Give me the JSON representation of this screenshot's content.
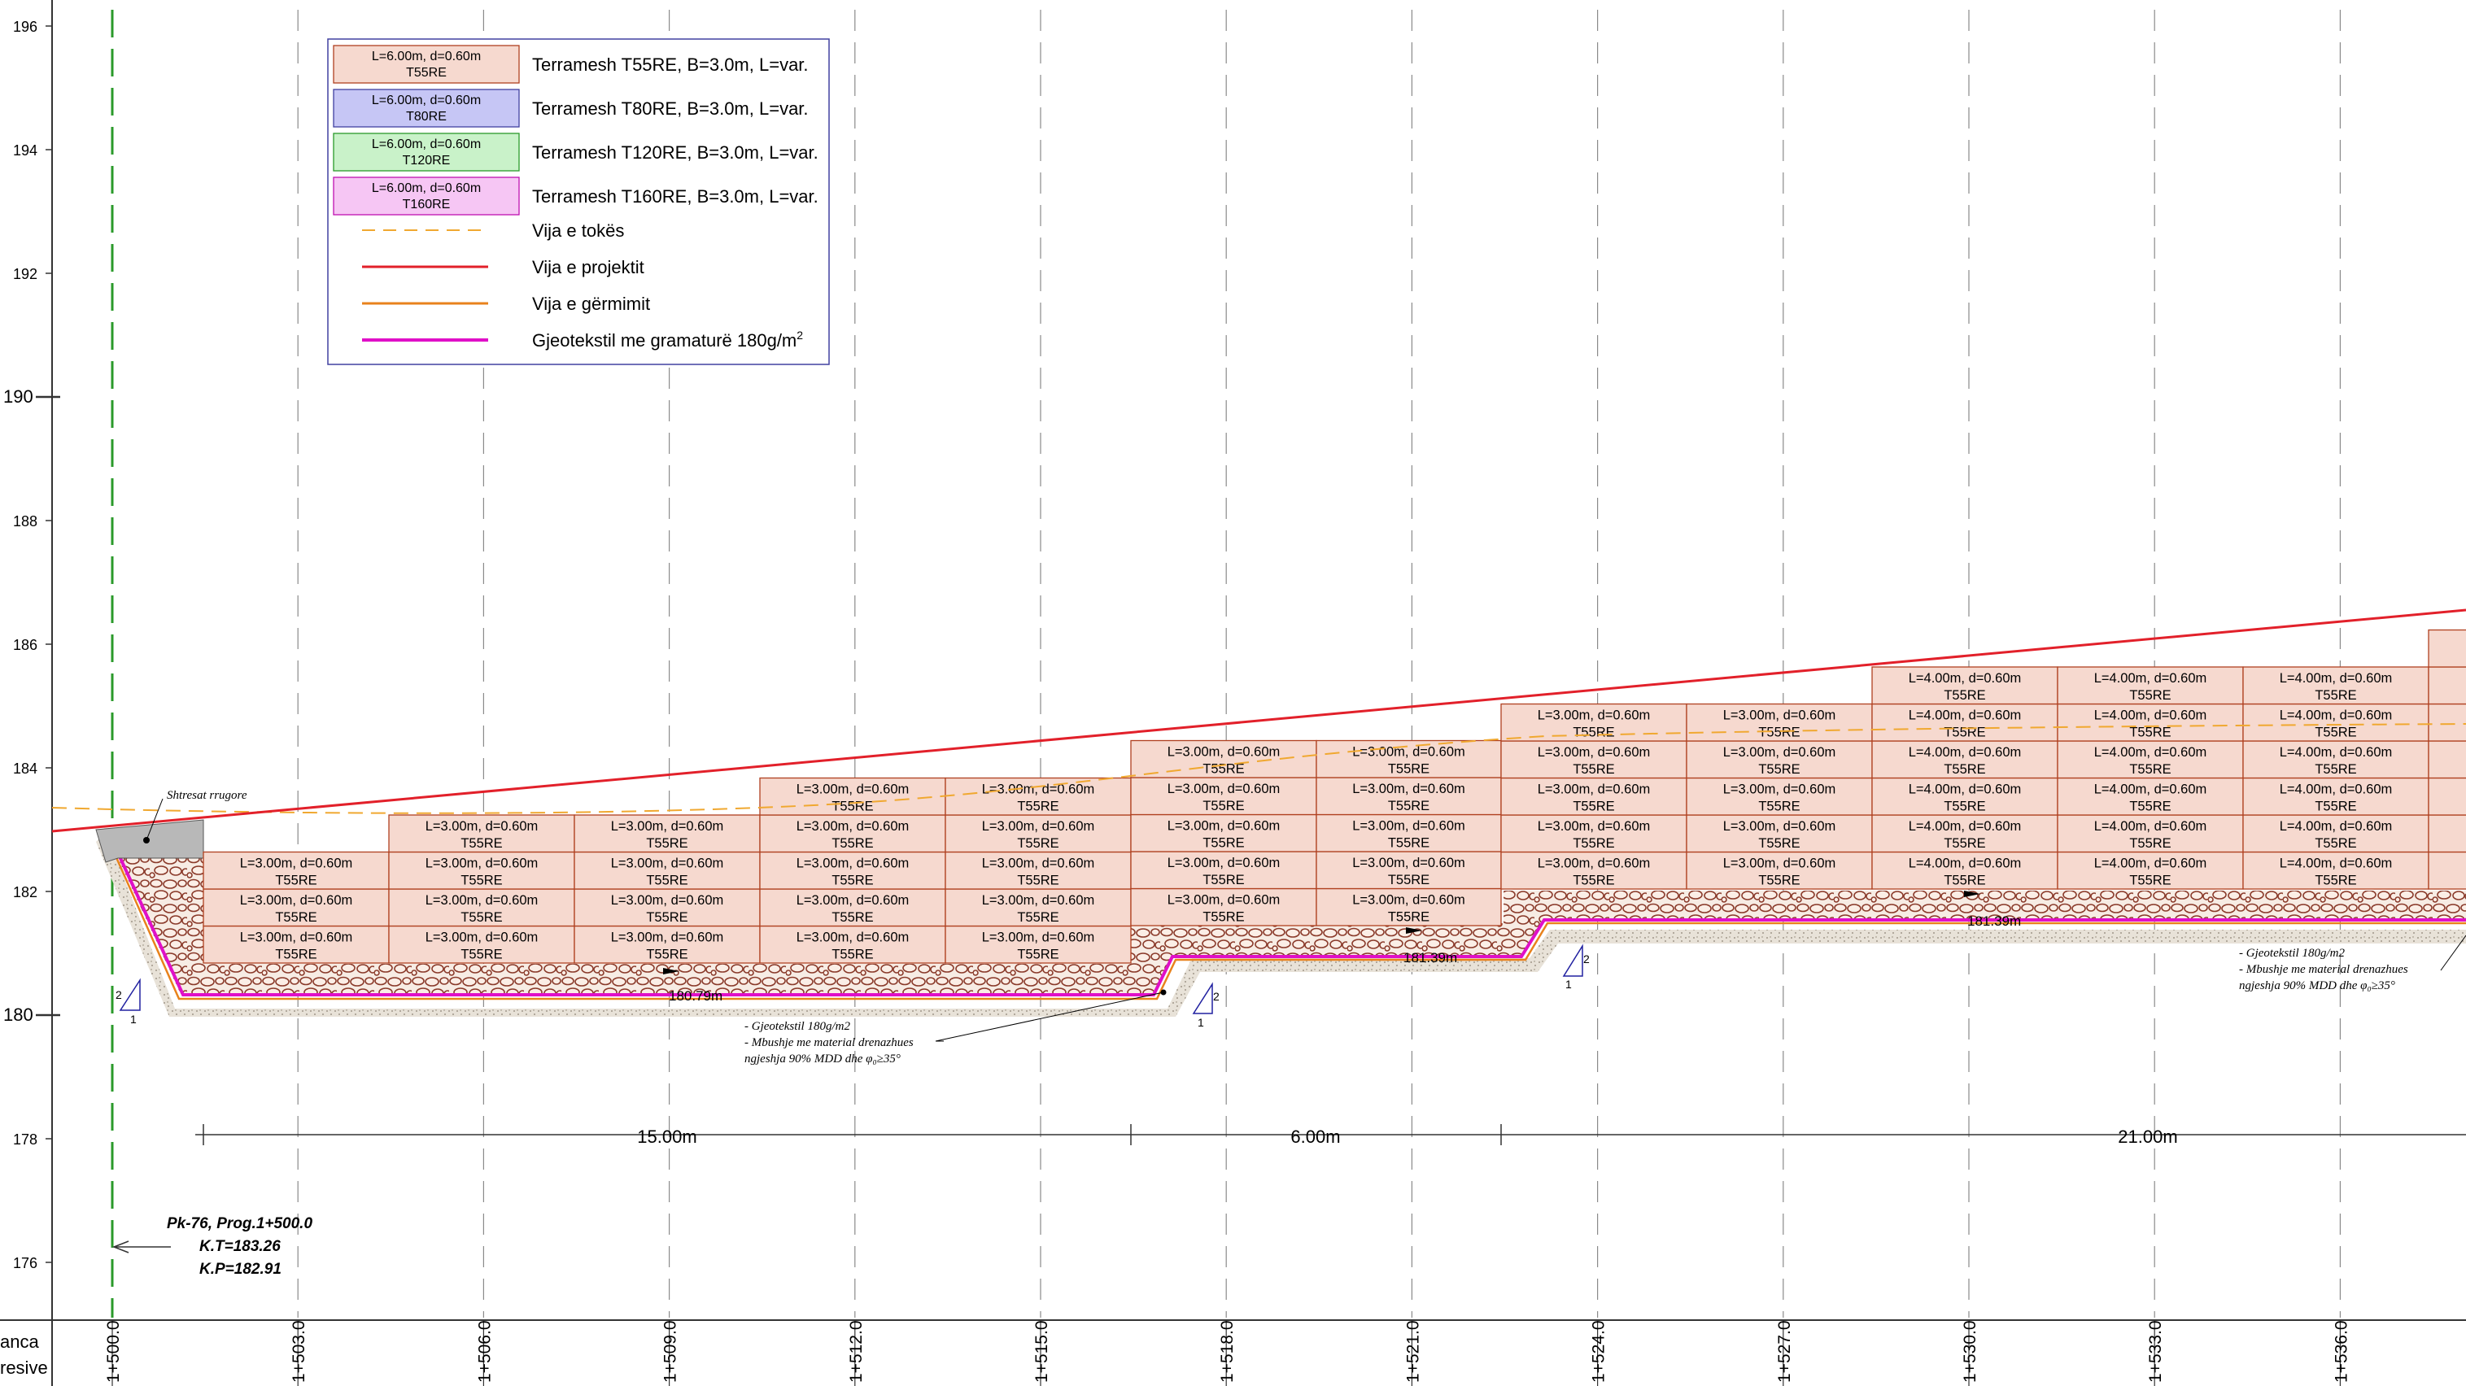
{
  "colors": {
    "terramesh_t55": "#f6d9cf",
    "terramesh_t80": "#c6c6f5",
    "terramesh_t120": "#c9f2c9",
    "terramesh_t160": "#f6c6f4",
    "project_line": "#e2202a",
    "ground_line": "#f0a830",
    "excavation_line": "#e8821c",
    "geotextile": "#e010c8",
    "grid_line": "#8a8a8a",
    "axis_line": "#2a9a2a",
    "legend_border": "#4040a0",
    "annotation_blue": "#2020a0"
  },
  "y_axis": {
    "labels": [
      "196",
      "194",
      "192",
      "190",
      "188",
      "186",
      "184",
      "182",
      "180",
      "178",
      "176"
    ]
  },
  "legend": {
    "items": [
      {
        "swatch": "L=6.00m, d=0.60m\nT55RE",
        "label": "Terramesh T55RE, B=3.0m, L=var."
      },
      {
        "swatch": "L=6.00m, d=0.60m\nT80RE",
        "label": "Terramesh T80RE, B=3.0m, L=var."
      },
      {
        "swatch": "L=6.00m, d=0.60m\nT120RE",
        "label": "Terramesh T120RE, B=3.0m, L=var."
      },
      {
        "swatch": "L=6.00m, d=0.60m\nT160RE",
        "label": "Terramesh T160RE, B=3.0m, L=var."
      }
    ],
    "lines": [
      {
        "label": "Vija e tokës"
      },
      {
        "label": "Vija e projektit"
      },
      {
        "label": "Vija e gërmimit"
      },
      {
        "label": "Gjeotekstil me gramaturë 180g/m",
        "sup": "2"
      }
    ]
  },
  "block_labels": {
    "l3": "L=3.00m, d=0.60m",
    "l4": "L=4.00m, d=0.60m",
    "type": "T55RE"
  },
  "annotations": {
    "road_layer": "Shtresat rrugore",
    "elev_a": "180.79m",
    "elev_b": "181.39m",
    "elev_c": "181.39m",
    "note_geo": "- Gjeotekstil 180g/m2",
    "note_fill": "- Mbushje me material drenazhues",
    "note_compact": "ngjeshja 90% MDD dhe φ₀≥35°",
    "slope_v": "2",
    "slope_h": "1"
  },
  "dimensions": {
    "d1": "15.00m",
    "d2": "6.00m",
    "d3": "21.00m"
  },
  "station_note": {
    "line1": "Pk-76, Prog.1+500.0",
    "line2": "K.T=183.26",
    "line3": "K.P=182.91"
  },
  "bottom": {
    "label_line1": "anca",
    "label_line2": "resive",
    "stations": [
      "1+500.0",
      "1+503.0",
      "1+506.0",
      "1+509.0",
      "1+512.0",
      "1+515.0",
      "1+518.0",
      "1+521.0",
      "1+524.0",
      "1+527.0",
      "1+530.0",
      "1+533.0",
      "1+536.0"
    ]
  }
}
